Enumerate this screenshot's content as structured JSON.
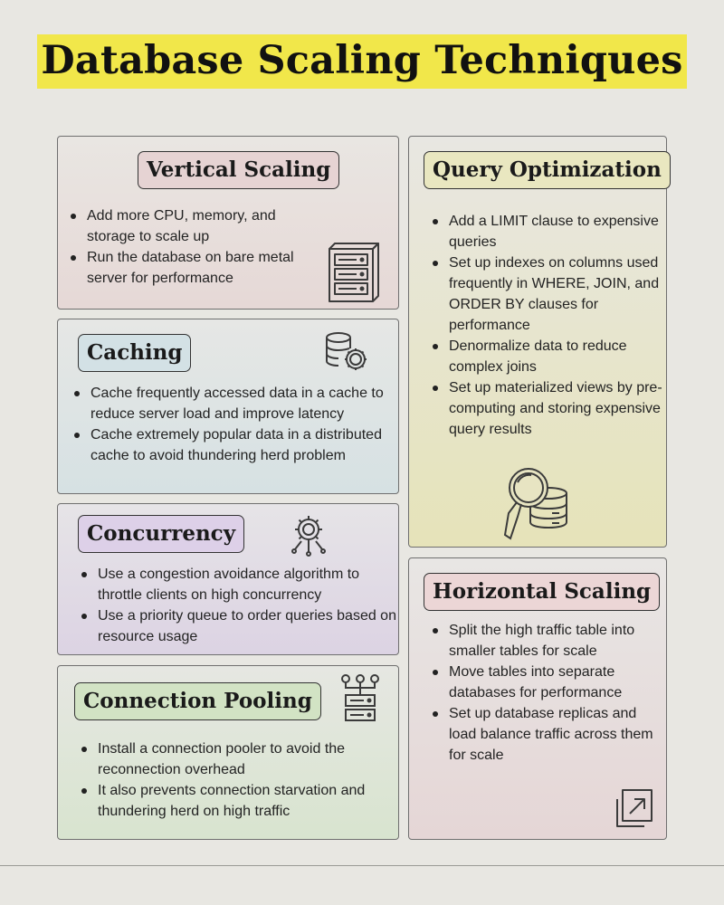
{
  "title": "Database Scaling Techniques",
  "colors": {
    "title_highlight": "#f1e74a",
    "vertical_pill": "#e6d3d3",
    "caching_pill": "#d3e1e5",
    "concurrency_pill": "#ddd0e8",
    "pooling_pill": "#d2e3c4",
    "query_pill": "#e9e7c0",
    "horizontal_pill": "#ecd6d6"
  },
  "sections": {
    "vertical": {
      "heading": "Vertical Scaling",
      "icon": "server-rack-icon",
      "bullets": [
        "Add more CPU, memory, and storage to scale up",
        "Run the database on bare metal server for performance"
      ]
    },
    "caching": {
      "heading": "Caching",
      "icon": "database-gear-icon",
      "bullets": [
        "Cache frequently accessed data in a cache to reduce server load and improve latency",
        "Cache extremely popular data in a distributed cache to avoid thundering herd problem"
      ]
    },
    "concurrency": {
      "heading": "Concurrency",
      "icon": "gear-network-icon",
      "bullets": [
        "Use a congestion avoidance algorithm to throttle clients on high concurrency",
        "Use a priority queue to order queries based on resource usage"
      ]
    },
    "pooling": {
      "heading": "Connection Pooling",
      "icon": "server-network-icon",
      "bullets": [
        "Install a connection pooler to avoid the reconnection overhead",
        "It also prevents connection starvation and thundering herd on high traffic"
      ]
    },
    "query": {
      "heading": "Query Optimization",
      "icon": "magnifier-database-icon",
      "bullets": [
        "Add a LIMIT clause to expensive queries",
        "Set up indexes on columns used frequently in WHERE, JOIN, and ORDER BY clauses for performance",
        "Denormalize data to reduce complex joins",
        "Set up materialized views by pre-computing and storing expensive query results"
      ]
    },
    "horizontal": {
      "heading": "Horizontal Scaling",
      "icon": "scale-arrow-icon",
      "bullets": [
        "Split the high traffic table into smaller tables for scale",
        "Move tables into separate databases for performance",
        "Set up database replicas and load balance traffic across them for scale"
      ]
    }
  }
}
